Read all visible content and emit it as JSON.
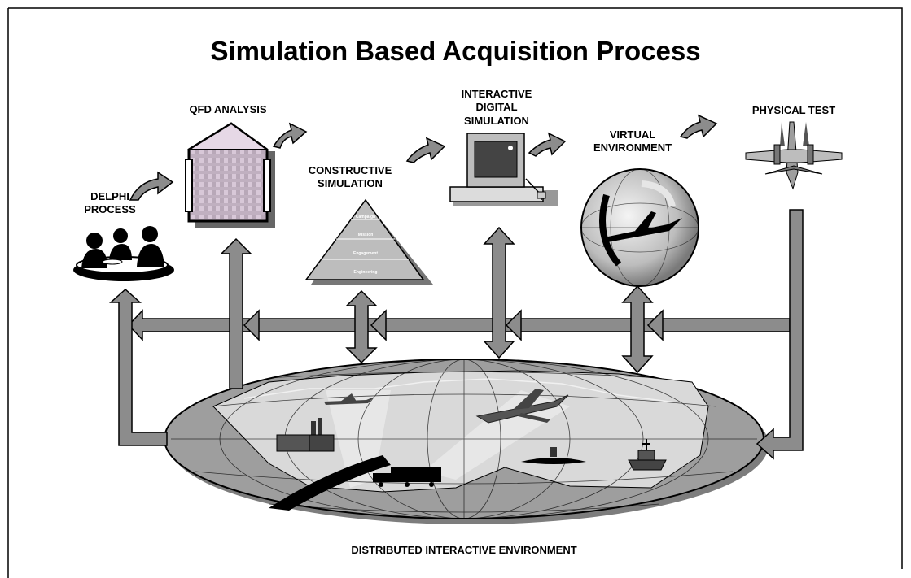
{
  "title": "Simulation Based Acquisition Process",
  "stages": {
    "delphi": "DELPHI\nPROCESS",
    "qfd": "QFD ANALYSIS",
    "constructive": "CONSTRUCTIVE\nSIMULATION",
    "interactive": "INTERACTIVE\nDIGITAL\nSIMULATION",
    "virtual": "VIRTUAL\nENVIRONMENT",
    "physical": "PHYSICAL TEST"
  },
  "pyramid_levels": [
    "Campaign",
    "Mission",
    "Engagement",
    "Engineering"
  ],
  "bottom_label": "DISTRIBUTED INTERACTIVE ENVIRONMENT",
  "colors": {
    "arrow_fill": "#8c8c8c",
    "stroke": "#000000",
    "globe_land": "#dcdcdc",
    "globe_sea": "#b4b4b4"
  }
}
